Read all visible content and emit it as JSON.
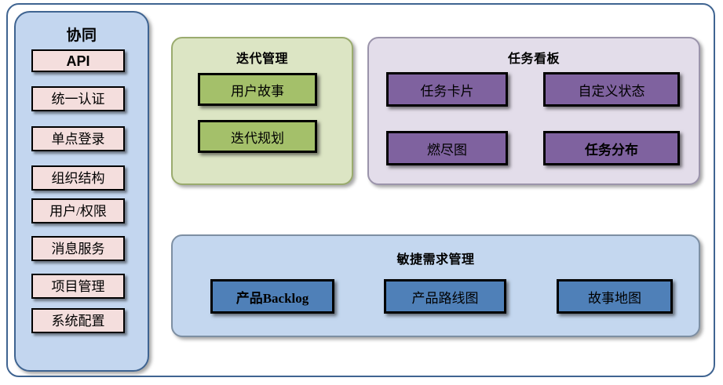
{
  "diagram": {
    "type": "architecture-block-diagram",
    "background": "#ffffff",
    "outer_border_color": "#3f6491"
  },
  "sidebar": {
    "title": "协同",
    "panel_color": "#c3d6ef",
    "chip_color": "#f4dedd",
    "items": [
      {
        "label": "API",
        "style": "latin-bold"
      },
      {
        "label": "统一认证",
        "style": "serif"
      },
      {
        "label": "单点登录",
        "style": "serif"
      },
      {
        "label": "组织结构",
        "style": "serif"
      },
      {
        "label": "用户/权限",
        "style": "serif"
      },
      {
        "label": "消息服务",
        "style": "serif"
      },
      {
        "label": "项目管理",
        "style": "serif"
      },
      {
        "label": "系统配置",
        "style": "serif"
      }
    ]
  },
  "iteration": {
    "title": "迭代管理",
    "panel_color": "#dce5c4",
    "card_color": "#a4c06a",
    "cards": [
      {
        "label": "用户故事"
      },
      {
        "label": "迭代规划"
      }
    ]
  },
  "taskboard": {
    "title": "任务看板",
    "panel_color": "#e3ddea",
    "card_color": "#7f629f",
    "cards": [
      {
        "label": "任务卡片",
        "bold": false
      },
      {
        "label": "自定义状态",
        "bold": false
      },
      {
        "label": "燃尽图",
        "bold": false
      },
      {
        "label": "任务分布",
        "bold": true
      }
    ]
  },
  "agile": {
    "title": "敏捷需求管理",
    "panel_color": "#c4d7ef",
    "card_color": "#4f80b8",
    "cards": [
      {
        "label": "产品Backlog",
        "cn": "产品",
        "latin": "Backlog",
        "mixed": true
      },
      {
        "label": "产品路线图",
        "mixed": false
      },
      {
        "label": "故事地图",
        "mixed": false
      }
    ]
  }
}
